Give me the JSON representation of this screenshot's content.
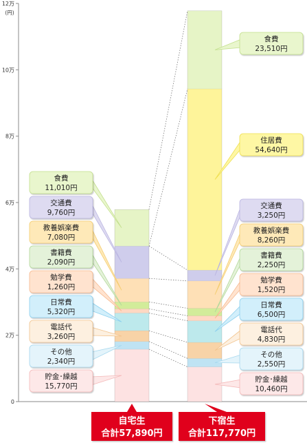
{
  "chart_data": {
    "type": "bar",
    "y_unit": "(円)",
    "yticks": [
      {
        "value": 0,
        "label": "0"
      },
      {
        "value": 20000,
        "label": "2万"
      },
      {
        "value": 40000,
        "label": "4万"
      },
      {
        "value": 60000,
        "label": "6万"
      },
      {
        "value": 80000,
        "label": "8万"
      },
      {
        "value": 100000,
        "label": "10万"
      },
      {
        "value": 120000,
        "label": "12万"
      }
    ],
    "ylim": [
      0,
      120000
    ],
    "categories": [
      {
        "name": "自宅生",
        "total_label": "合計57,890円"
      },
      {
        "name": "下宿生",
        "total_label": "合計117,770円"
      }
    ],
    "series": [
      {
        "name": "貯金･繰越",
        "values": [
          15770,
          10460
        ],
        "labels": [
          "15,770円",
          "10,460円"
        ],
        "color": "#fde2e2",
        "box_color": "#fde8e8",
        "box_border": "#f4b8b8"
      },
      {
        "name": "その他",
        "values": [
          2340,
          2550
        ],
        "labels": [
          "2,340円",
          "2,550円"
        ],
        "color": "#bfe3f3",
        "box_color": "#e4f4fb",
        "box_border": "#a6d8ee"
      },
      {
        "name": "電話代",
        "values": [
          3260,
          4830
        ],
        "labels": [
          "3,260円",
          "4,830円"
        ],
        "color": "#f8d3a7",
        "box_color": "#fdf0e0",
        "box_border": "#f2c48e"
      },
      {
        "name": "日常費",
        "values": [
          5320,
          6500
        ],
        "labels": [
          "5,320円",
          "6,500円"
        ],
        "color": "#bde9ec",
        "box_color": "#d2effb",
        "box_border": "#8cd0ee"
      },
      {
        "name": "勉学費",
        "values": [
          1260,
          1520
        ],
        "labels": [
          "1,260円",
          "1,520円"
        ],
        "color": "#ffd8c2",
        "box_color": "#ffe3cf",
        "box_border": "#f7b98f"
      },
      {
        "name": "書籍費",
        "values": [
          2090,
          2250
        ],
        "labels": [
          "2,090円",
          "2,250円"
        ],
        "color": "#d2ec9a",
        "box_color": "#e4f2d9",
        "box_border": "#b2d89a"
      },
      {
        "name": "教養娯楽費",
        "values": [
          7080,
          8260
        ],
        "labels": [
          "7,080円",
          "8,260円"
        ],
        "color": "#fee0b6",
        "box_color": "#fee9b8",
        "box_border": "#f4cd70"
      },
      {
        "name": "交通費",
        "values": [
          9760,
          3250
        ],
        "labels": [
          "9,760円",
          "3,250円"
        ],
        "color": "#cfcdec",
        "box_color": "#dedbf1",
        "box_border": "#bab5e1"
      },
      {
        "name": "住居費",
        "values": [
          0,
          54640
        ],
        "labels": [
          "",
          "54,640円"
        ],
        "color": "#fef49a",
        "box_color": "#fef7a4",
        "box_border": "#efdf4f"
      },
      {
        "name": "食費",
        "values": [
          11010,
          23510
        ],
        "labels": [
          "11,010円",
          "23,510円"
        ],
        "color": "#e6f4c6",
        "box_color": "#e9f6cd",
        "box_border": "#c2df8c"
      }
    ],
    "total_badge_color": "#e0001b",
    "grid": false,
    "legend": "callouts-both-sides"
  }
}
